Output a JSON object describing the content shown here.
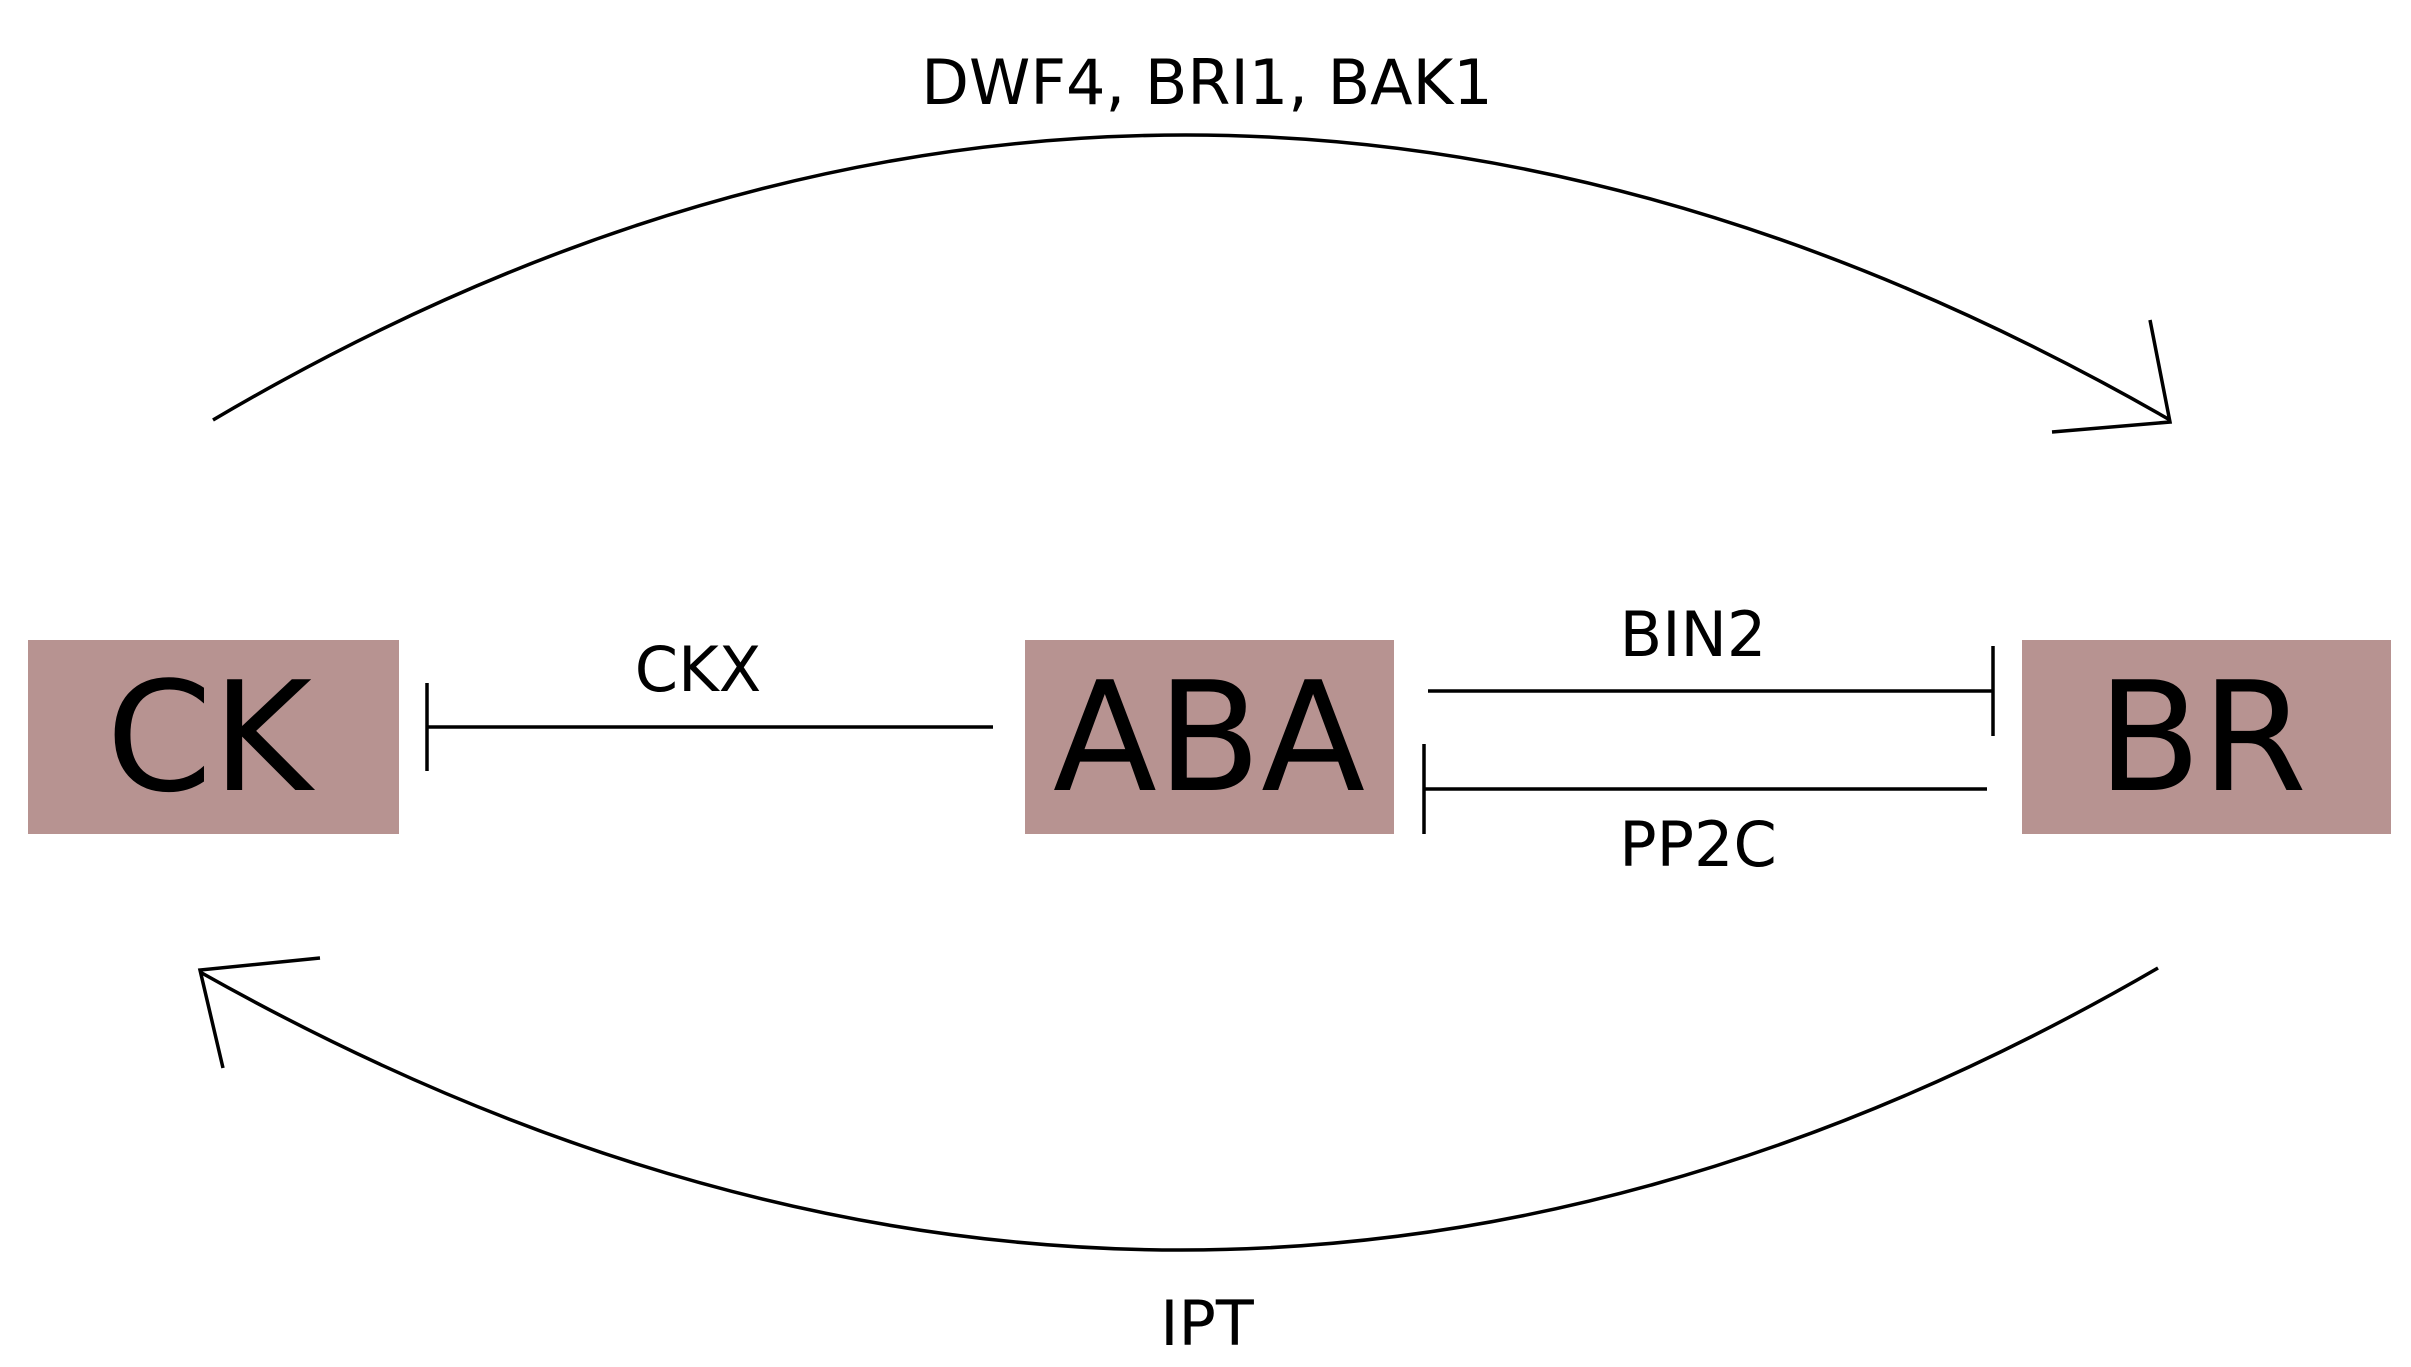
{
  "colors": {
    "node_fill": "#b79391",
    "line": "#000000",
    "background": "#ffffff"
  },
  "nodes": {
    "ck": "CK",
    "aba": "ABA",
    "br": "BR"
  },
  "edges": {
    "ck_to_br": {
      "label": "DWF4, BRI1, BAK1",
      "type": "activation"
    },
    "br_to_ck": {
      "label": "IPT",
      "type": "activation"
    },
    "aba_inhibits_ck": {
      "label": "CKX",
      "type": "inhibition"
    },
    "aba_inhibits_br": {
      "label": "BIN2",
      "type": "inhibition"
    },
    "br_inhibits_aba": {
      "label": "PP2C",
      "type": "inhibition"
    }
  }
}
